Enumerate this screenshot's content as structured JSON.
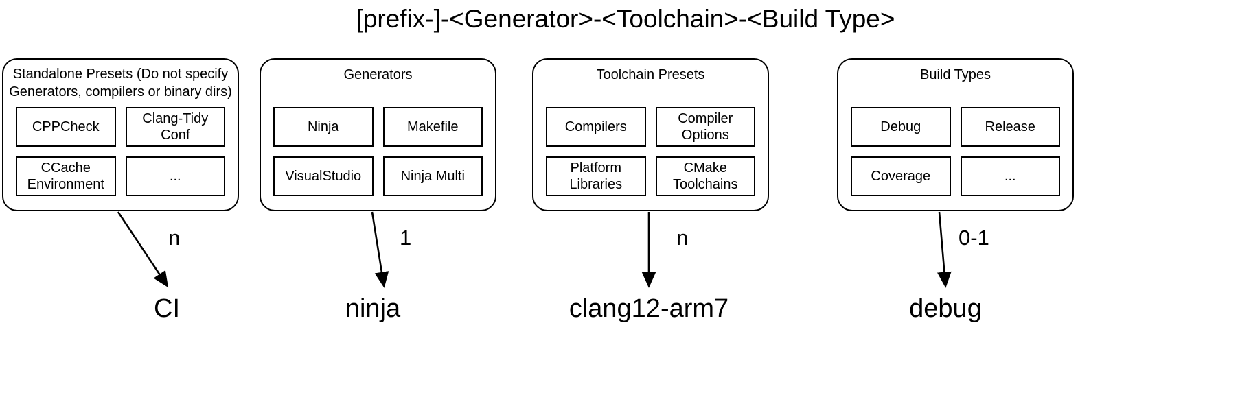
{
  "title": "[prefix-]-<Generator>-<Toolchain>-<Build Type>",
  "groups": [
    {
      "id": "standalone-presets",
      "title": "Standalone Presets (Do not specify Generators, compilers or binary dirs)",
      "cells": [
        "CPPCheck",
        "Clang-Tidy Conf",
        "CCache Environment",
        "..."
      ],
      "multiplicity": "n",
      "result": "CI"
    },
    {
      "id": "generators",
      "title": "Generators",
      "cells": [
        "Ninja",
        "Makefile",
        "VisualStudio",
        "Ninja Multi"
      ],
      "multiplicity": "1",
      "result": "ninja"
    },
    {
      "id": "toolchain-presets",
      "title": "Toolchain Presets",
      "cells": [
        "Compilers",
        "Compiler Options",
        "Platform Libraries",
        "CMake Toolchains"
      ],
      "multiplicity": "n",
      "result": "clang12-arm7"
    },
    {
      "id": "build-types",
      "title": "Build Types",
      "cells": [
        "Debug",
        "Release",
        "Coverage",
        "..."
      ],
      "multiplicity": "0-1",
      "result": "debug"
    }
  ],
  "colors": {
    "stroke": "#000000",
    "background": "#ffffff",
    "text": "#000000"
  }
}
